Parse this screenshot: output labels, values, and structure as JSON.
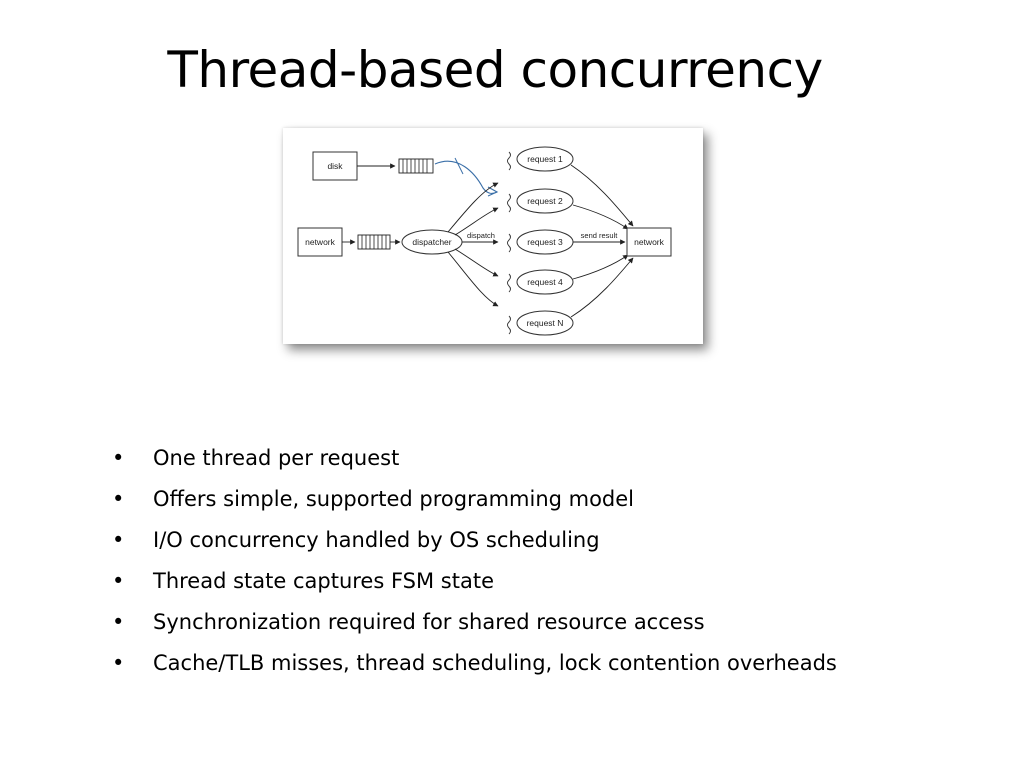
{
  "slide": {
    "title": "Thread-based concurrency"
  },
  "diagram": {
    "nodes": {
      "disk": "disk",
      "network_in": "network",
      "dispatcher": "dispatcher",
      "network_out": "network"
    },
    "requests": [
      "request 1",
      "request 2",
      "request 3",
      "request 4",
      "request N"
    ],
    "edge_labels": {
      "dispatch": "dispatch",
      "send_result": "send result"
    }
  },
  "bullets": [
    "One thread per request",
    "Offers simple, supported programming model",
    "I/O concurrency handled by OS scheduling",
    "Thread state captures FSM state",
    "Synchronization required for shared resource access",
    "Cache/TLB misses, thread scheduling, lock contention overheads"
  ],
  "bullet_marker": "•"
}
